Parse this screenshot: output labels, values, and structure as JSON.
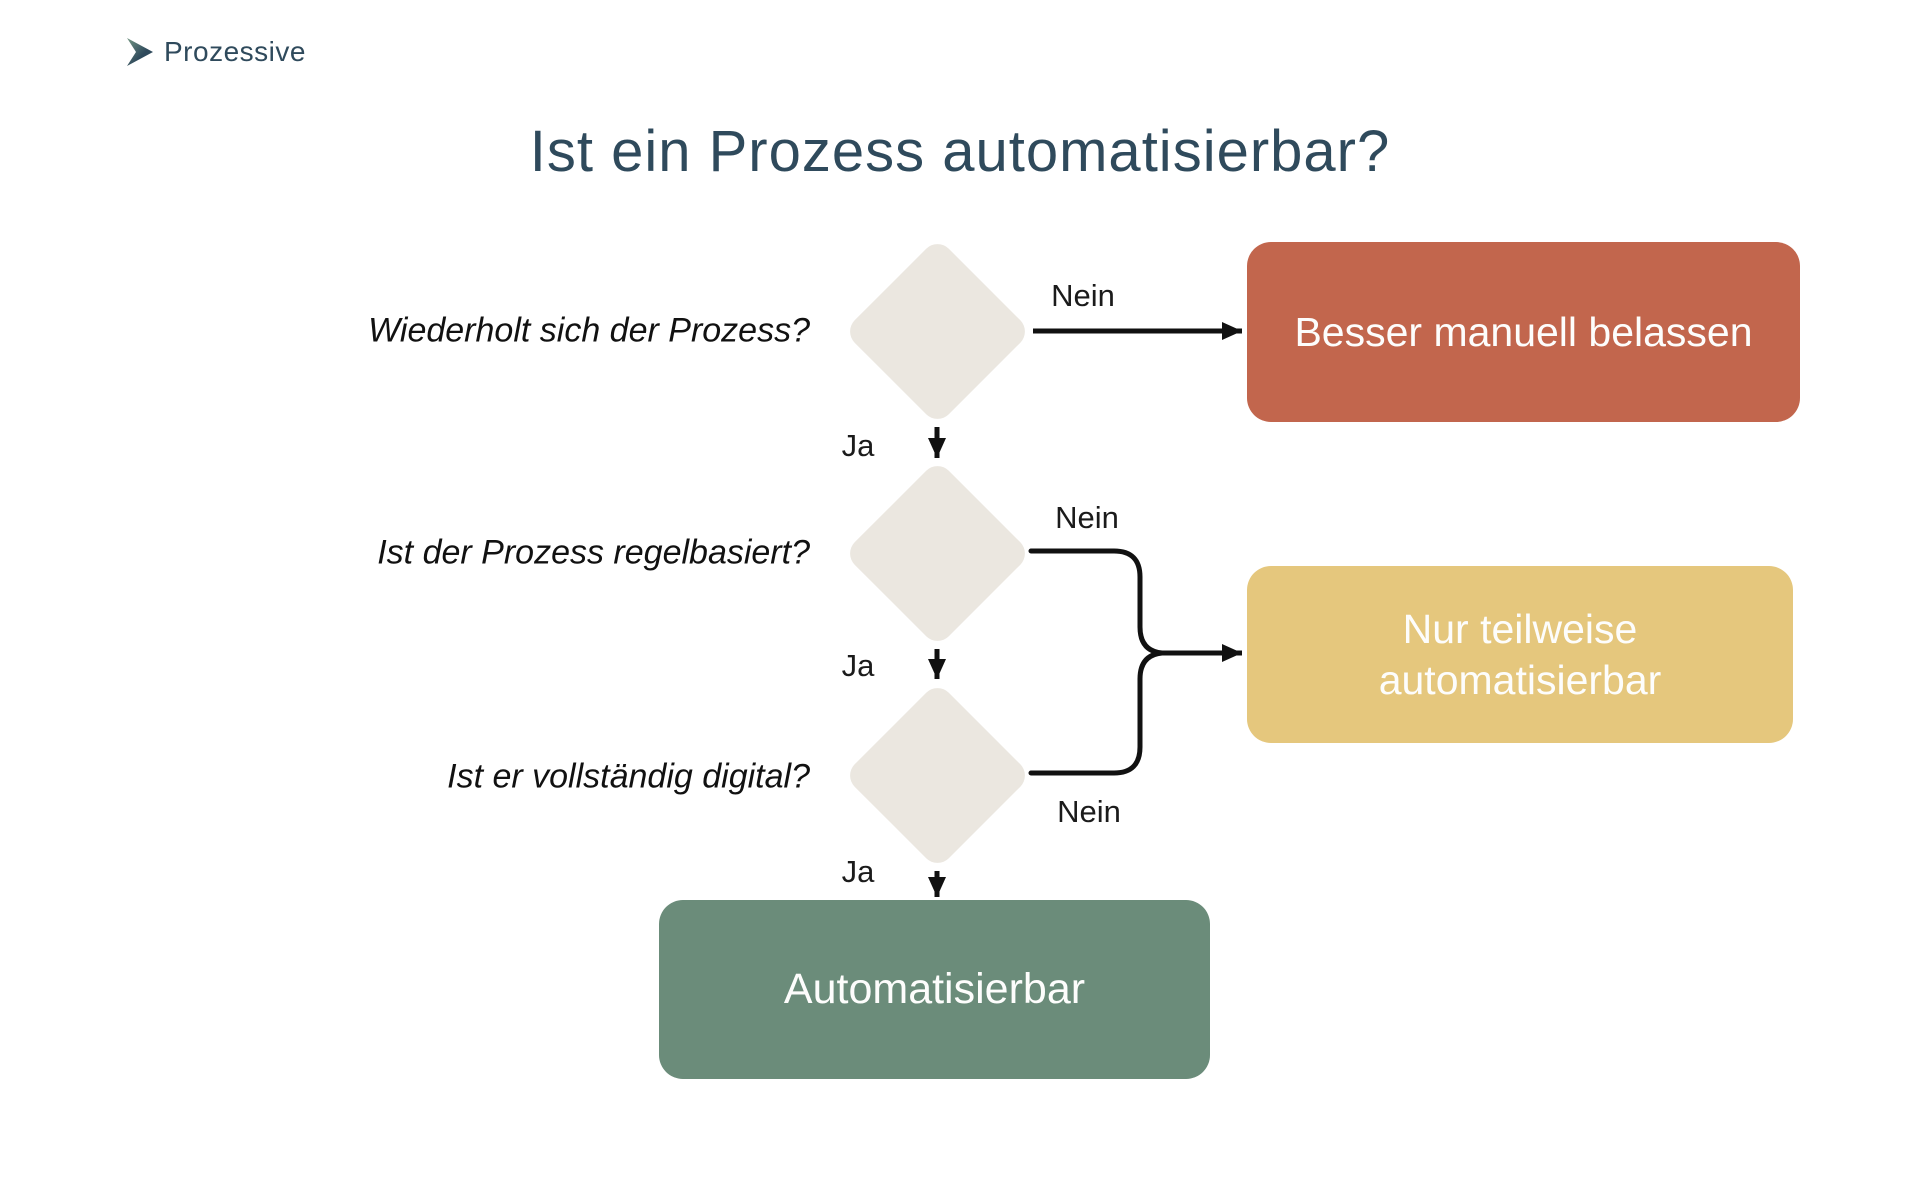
{
  "brand": {
    "name": "Prozessive"
  },
  "title": "Ist ein Prozess automatisierbar?",
  "colors": {
    "navy": "#2f4a5c",
    "logo_green": "#6f9181",
    "diamond": "#ebe7e0",
    "line": "#111111",
    "outcome_manual": "#c2664d",
    "outcome_partial": "#e5c77d",
    "outcome_auto": "#6b8c7a"
  },
  "flow": {
    "labels": {
      "yes": "Ja",
      "no": "Nein"
    },
    "questions": [
      "Wiederholt sich der Prozess?",
      "Ist der Prozess regelbasiert?",
      "Ist er vollständig digital?"
    ],
    "outcomes": {
      "manual": "Besser manuell belassen",
      "partial": "Nur teilweise automatisierbar",
      "auto": "Automatisierbar"
    }
  }
}
